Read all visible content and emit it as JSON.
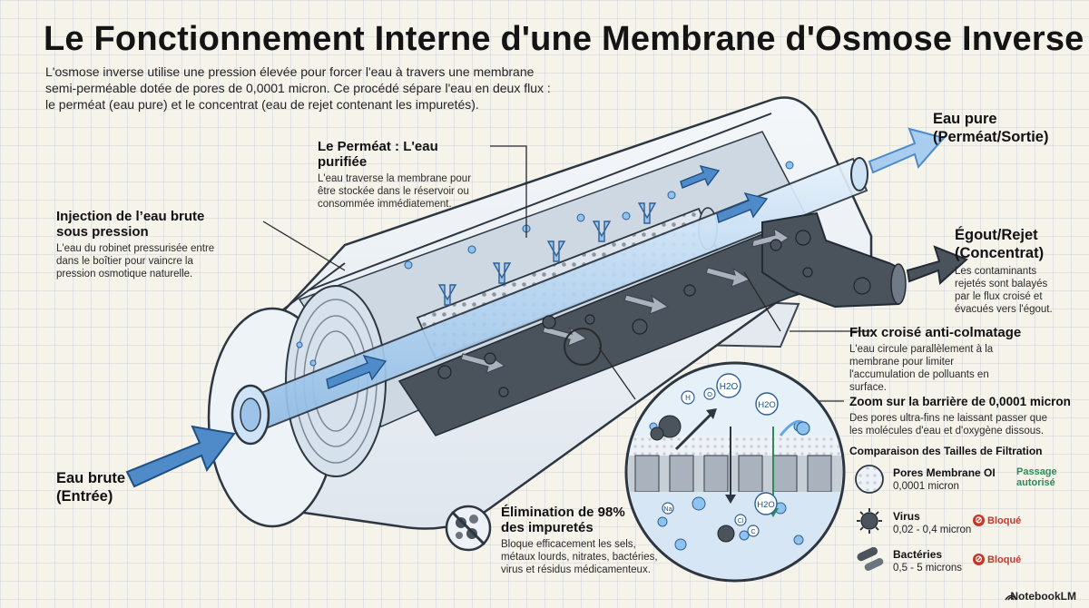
{
  "title": "Le Fonctionnement Interne d'une Membrane d'Osmose Inverse",
  "intro": "L'osmose inverse utilise une pression élevée pour forcer l'eau à travers une membrane semi-perméable dotée de pores de 0,0001 micron. Ce procédé sépare l'eau en deux flux : le perméat (eau pure) et le concentrat (eau de rejet contenant les impuretés).",
  "permeate": {
    "title": "Le Perméat : L'eau purifiée",
    "desc": "L'eau traverse la membrane pour être stockée dans le réservoir ou consommée immédiatement."
  },
  "injection": {
    "title": "Injection de l’eau brute sous pression",
    "desc": "L'eau du robinet pressurisée entre dans le boîtier pour vaincre la pression osmotique naturelle."
  },
  "pure_out": {
    "title": "Eau pure (Perméat/Sortie)"
  },
  "reject": {
    "title": "Égout/Rejet (Concentrat)",
    "desc": "Les contaminants rejetés sont balayés par le flux croisé et évacués vers l'égout."
  },
  "crossflow": {
    "title": "Flux croisé anti-colmatage",
    "desc": "L'eau circule parallèlement à la membrane pour limiter l'accumulation de polluants en surface."
  },
  "zoom": {
    "title": "Zoom sur la barrière de 0,0001 micron",
    "desc": "Des pores ultra-fins ne laissant passer que les molécules d'eau et d'oxygène dissous."
  },
  "raw_in": {
    "title": "Eau brute (Entrée)"
  },
  "elimination": {
    "title": "Élimination de 98% des impuretés",
    "desc": "Bloque efficacement les sels, métaux lourds, nitrates, bactéries, virus et résidus médicamenteux."
  },
  "sizes": {
    "title": "Comparaison des Tailles de Filtration",
    "items": [
      {
        "name": "Pores Membrane OI",
        "value": "0,0001 micron",
        "status": "Passage autorisé",
        "icon": "membrane-pores-icon"
      },
      {
        "name": "Virus",
        "value": "0,02 - 0,4 micron",
        "status": "Bloqué",
        "icon": "virus-icon"
      },
      {
        "name": "Bactéries",
        "value": "0,5 - 5 microns",
        "status": "Bloqué",
        "icon": "bacteria-icon"
      }
    ]
  },
  "molecules": {
    "h2o": "H2O",
    "h": "H",
    "o": "O",
    "na": "Na",
    "cl": "Cl",
    "c": "C"
  },
  "brand": "NotebookLM",
  "colors": {
    "water": "#a9cdef",
    "arrow": "#5b95d0",
    "reject": "#3f4750",
    "pass": "#2e8b57",
    "blocked": "#c0392b"
  }
}
